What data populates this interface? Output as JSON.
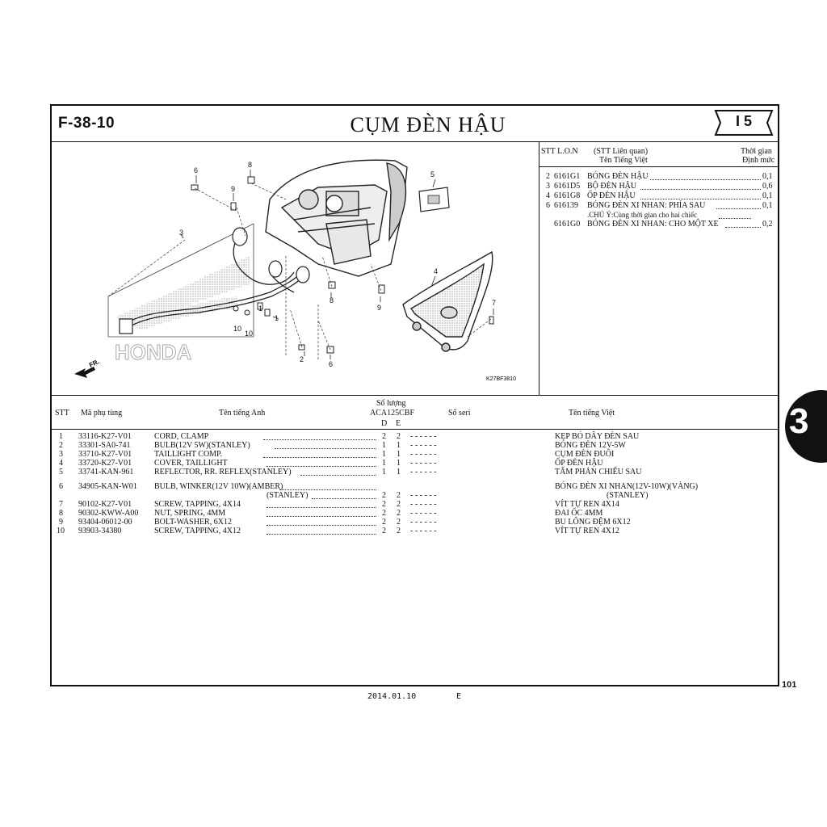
{
  "header": {
    "code": "F-38-10",
    "title": "CỤM ĐÈN HẬU",
    "tab": "I 5"
  },
  "related": {
    "col_stt_lon": "STT L.O.N",
    "col_related": "(STT Liên quan)",
    "col_name_vn": "Tên Tiếng Việt",
    "col_time": "Thời gian",
    "col_norm": "Định mức",
    "rows": [
      {
        "stt": "2",
        "code": "6161G1",
        "name": "BÓNG ĐÈN HẬU",
        "time": "0,1"
      },
      {
        "stt": "3",
        "code": "6161D5",
        "name": "BỘ ĐÈN HẬU",
        "time": "0,6"
      },
      {
        "stt": "4",
        "code": "6161G8",
        "name": "ỐP ĐÈN HẬU",
        "time": "0,1"
      },
      {
        "stt": "6",
        "code": "616139",
        "name": "BÓNG ĐÈN XI NHAN: PHÍA SAU",
        "time": "0,1"
      },
      {
        "stt": "",
        "code": "",
        "name": ".CHÚ Ý:Cùng thời gian cho hai chiếc",
        "time": ""
      },
      {
        "stt": "",
        "code": "6161G0",
        "name": "BÓNG ĐÈN XI NHAN: CHO MỘT XE",
        "time": "0,2"
      }
    ]
  },
  "diagram": {
    "callouts": [
      "1",
      "1",
      "2",
      "3",
      "4",
      "5",
      "6",
      "6",
      "7",
      "8",
      "8",
      "9",
      "9",
      "10",
      "10"
    ],
    "brand": "HONDA",
    "fr_label": "FR.",
    "figure_code": "K27BF3810"
  },
  "table": {
    "head": {
      "stt": "STT",
      "part_no": "Mã phụ tùng",
      "name_en": "Tên tiếng Anh",
      "qty": "Số lượng",
      "model": "ACA125CBF",
      "d": "D",
      "e": "E",
      "serial": "Số seri",
      "name_vn": "Tên tiếng Việt"
    },
    "rows": [
      {
        "stt": "1",
        "part": "33116-K27-V01",
        "en": "CORD, CLAMP",
        "d": "2",
        "e": "2",
        "vn": "KẸP BÓ DÂY ĐÈN SAU"
      },
      {
        "stt": "2",
        "part": "33301-SA0-741",
        "en": "BULB(12V 5W)(STANLEY)",
        "d": "1",
        "e": "1",
        "vn": "BÓNG ĐÈN 12V-5W"
      },
      {
        "stt": "3",
        "part": "33710-K27-V01",
        "en": "TAILLIGHT COMP.",
        "d": "1",
        "e": "1",
        "vn": "CỤM ĐÈN ĐUÔI"
      },
      {
        "stt": "4",
        "part": "33720-K27-V01",
        "en": "COVER, TAILLIGHT",
        "d": "1",
        "e": "1",
        "vn": "ỐP ĐÈN HẬU"
      },
      {
        "stt": "5",
        "part": "33741-KAN-961",
        "en": "REFLECTOR, RR. REFLEX(STANLEY)",
        "d": "1",
        "e": "1",
        "vn": "TẤM PHẢN CHIẾU SAU"
      },
      {
        "stt": "6",
        "part": "34905-KAN-W01",
        "en": "BULB, WINKER(12V 10W)(AMBER)",
        "en2": "(STANLEY)",
        "d": "2",
        "e": "2",
        "vn": "BÓNG ĐÈN XI NHAN(12V-10W)(VÀNG)",
        "vn2": "(STANLEY)"
      },
      {
        "stt": "7",
        "part": "90102-K27-V01",
        "en": "SCREW, TAPPING, 4X14",
        "d": "2",
        "e": "2",
        "vn": "VÍT TỰ REN 4X14"
      },
      {
        "stt": "8",
        "part": "90302-KWW-A00",
        "en": "NUT, SPRING, 4MM",
        "d": "2",
        "e": "2",
        "vn": "ĐAI ỐC 4MM"
      },
      {
        "stt": "9",
        "part": "93404-06012-00",
        "en": "BOLT-WASHER, 6X12",
        "d": "2",
        "e": "2",
        "vn": "BU LÔNG ĐỆM 6X12"
      },
      {
        "stt": "10",
        "part": "93903-34380",
        "en": "SCREW, TAPPING, 4X12",
        "d": "2",
        "e": "2",
        "vn": "VÍT TỰ REN 4X12"
      }
    ],
    "serial_dashes": "- - - - - -"
  },
  "side_tab": "3",
  "page_number": "101",
  "footer": {
    "date": "2014.01.10",
    "edition": "E"
  }
}
